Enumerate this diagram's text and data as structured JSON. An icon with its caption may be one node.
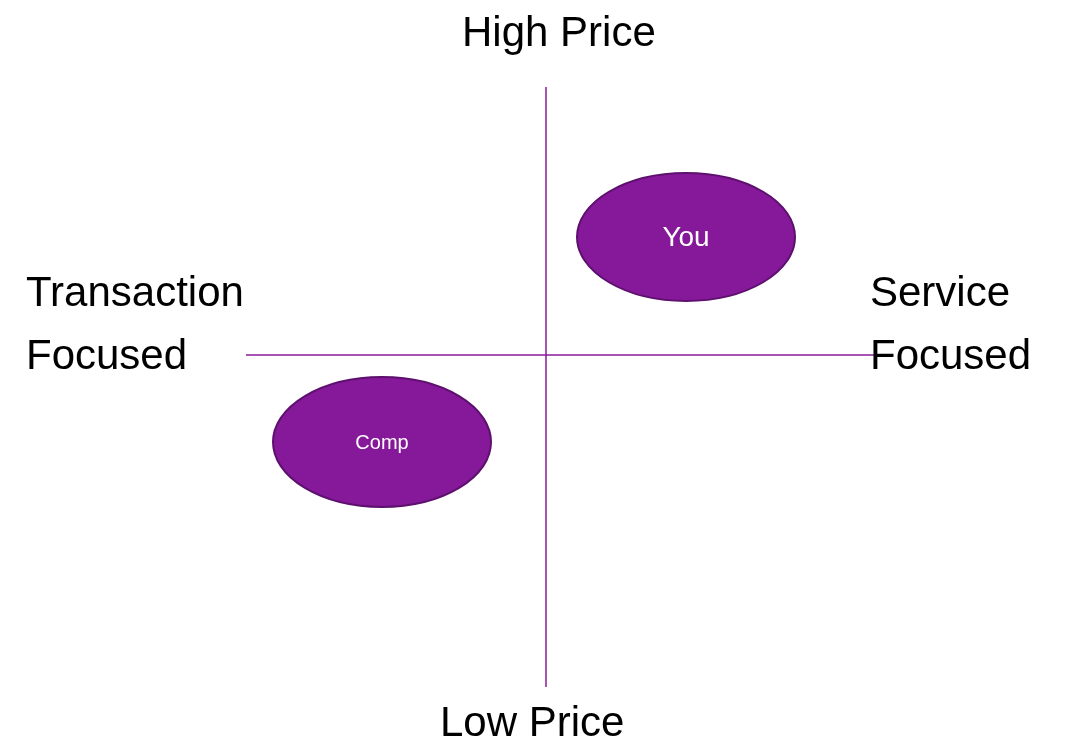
{
  "diagram": {
    "nodes": [
      {
        "text": [
          "You"
        ]
      },
      {
        "text": [
          "Comp"
        ]
      }
    ],
    "labels": [
      "High Price",
      "Transaction Focused",
      "Service Focused",
      "Low Price"
    ]
  }
}
